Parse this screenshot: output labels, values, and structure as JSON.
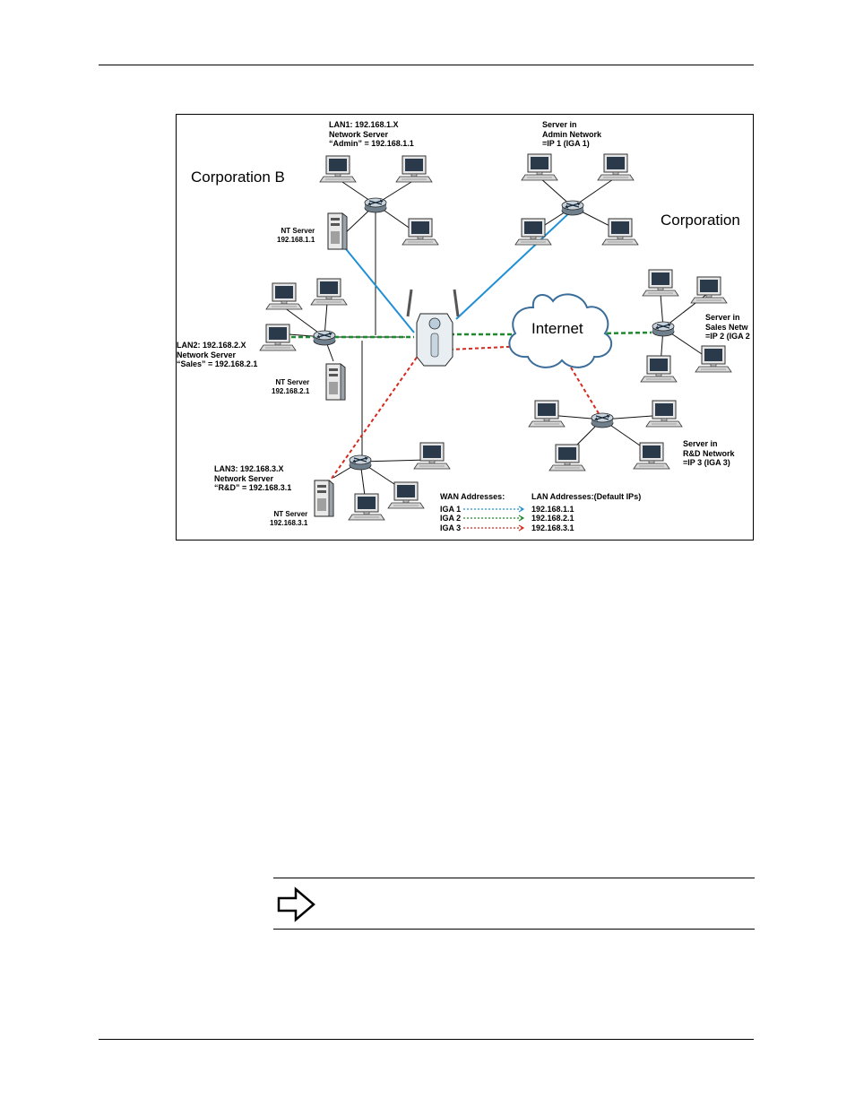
{
  "figure": {
    "corp_b": "Corporation B",
    "corp_a": "Corporation",
    "internet": "Internet",
    "lan1": {
      "line1": "LAN1: 192.168.1.X",
      "line2": "Network Server",
      "line3": "“Admin” = 192.168.1.1"
    },
    "nt1": {
      "line1": "NT Server",
      "line2": "192.168.1.1"
    },
    "admin_server": {
      "line1": "Server in",
      "line2": "Admin Network",
      "line3": "=IP 1 (IGA 1)"
    },
    "lan2": {
      "line1": "LAN2: 192.168.2.X",
      "line2": "Network Server",
      "line3": "“Sales” = 192.168.2.1"
    },
    "nt2": {
      "line1": "NT Server",
      "line2": "192.168.2.1"
    },
    "sales_server": {
      "line1": "Server in",
      "line2": "Sales Netw",
      "line3": "=IP 2 (IGA 2"
    },
    "lan3": {
      "line1": "LAN3: 192.168.3.X",
      "line2": "Network Server",
      "line3": "“R&D” = 192.168.3.1"
    },
    "nt3": {
      "line1": "NT Server",
      "line2": "192.168.3.1"
    },
    "rd_server": {
      "line1": "Server in",
      "line2": "R&D Network",
      "line3": "=IP 3 (IGA 3)"
    },
    "legend": {
      "wan_header": "WAN Addresses:",
      "lan_header": "LAN Addresses:(Default IPs)",
      "rows": [
        {
          "wan": "IGA 1",
          "lan": "192.168.1.1",
          "color": "#1f8fd6"
        },
        {
          "wan": "IGA 2",
          "lan": "192.168.2.1",
          "color": "#1e8a2e"
        },
        {
          "wan": "IGA 3",
          "lan": "192.168.3.1",
          "color": "#d62a1e"
        }
      ]
    },
    "icons": [
      "desktop-computer-icon",
      "network-switch-icon",
      "nt-server-tower-icon",
      "wireless-router-icon",
      "internet-cloud-icon"
    ]
  },
  "note": {
    "icon": "right-arrow-icon"
  }
}
